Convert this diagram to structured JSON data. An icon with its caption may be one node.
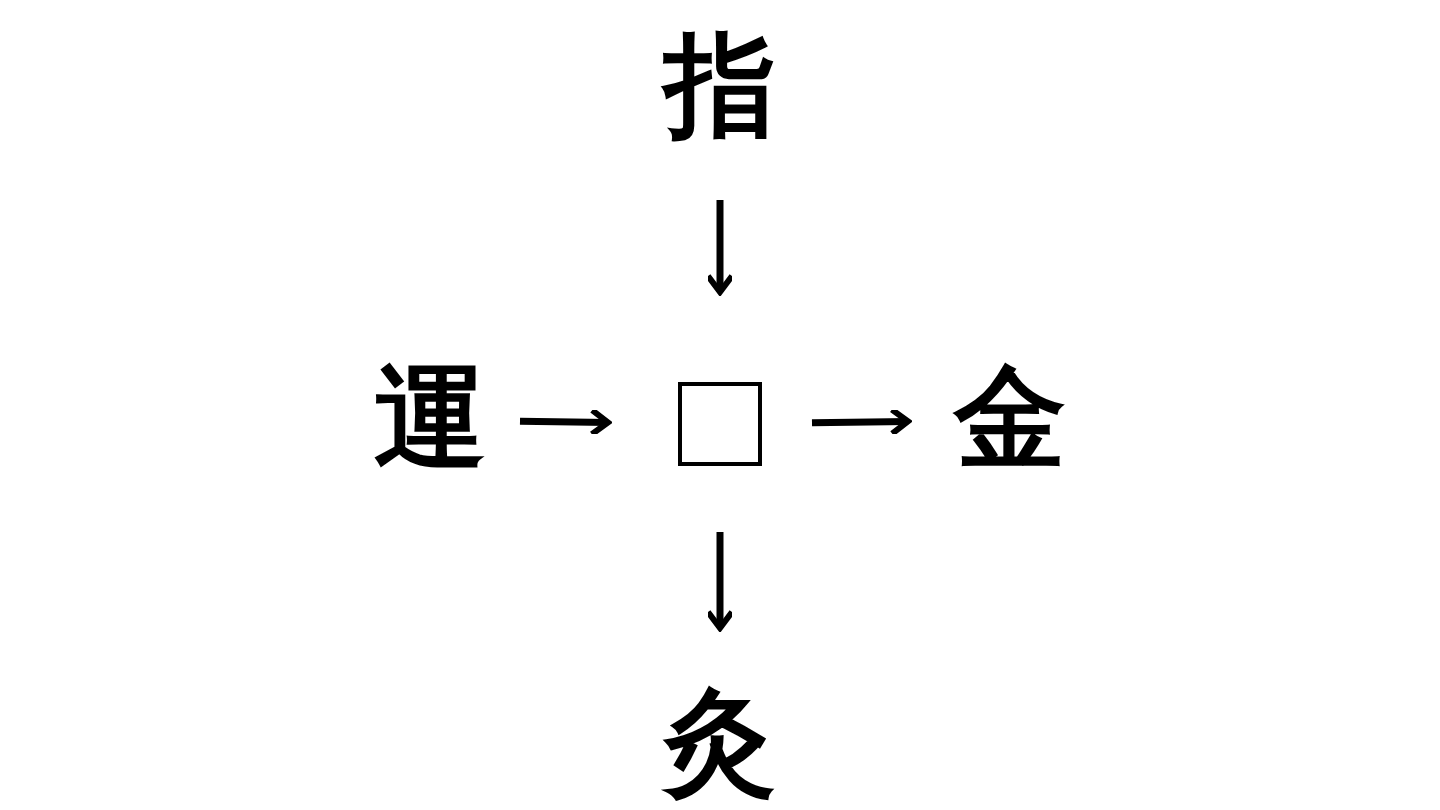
{
  "diagram": {
    "nodes": [
      {
        "text": [
          "指"
        ]
      },
      {
        "text": [
          "運"
        ]
      },
      {
        "text": [],
        "shape": "box"
      },
      {
        "text": [
          "金"
        ]
      },
      {
        "text": [
          "灸"
        ]
      }
    ],
    "edges": [
      {
        "from": 0,
        "to": 2,
        "arrow": "to"
      },
      {
        "from": 1,
        "to": 2,
        "arrow": "to"
      },
      {
        "from": 2,
        "to": 3,
        "arrow": "to"
      },
      {
        "from": 2,
        "to": 4,
        "arrow": "to"
      }
    ]
  }
}
